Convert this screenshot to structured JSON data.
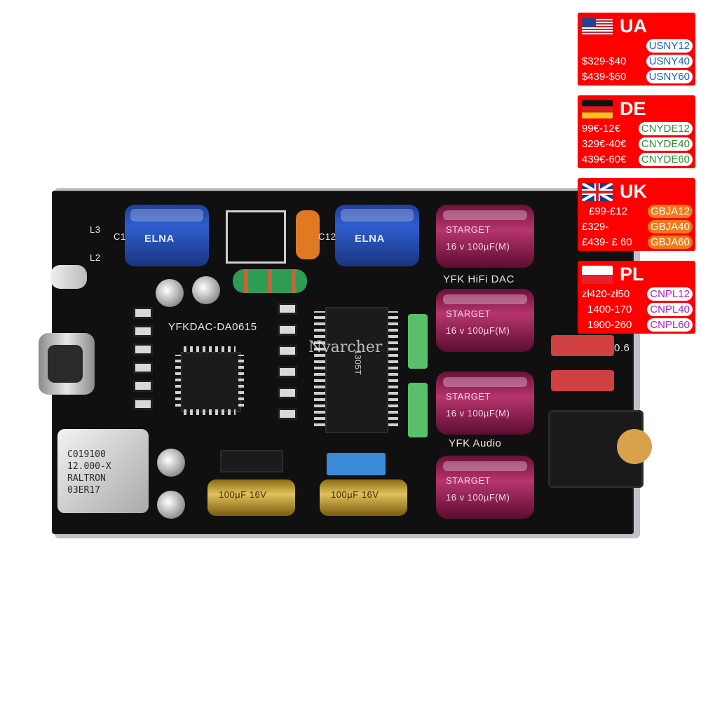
{
  "board": {
    "silk_model": "YFKDAC-DA0615",
    "silk_title": "YFK HiFi DAC",
    "silk_audio": "YFK Audio",
    "watermark": "Nvarcher",
    "crystal_lines": [
      "C019100",
      "12.000-X",
      "RALTRON",
      "03ER17"
    ],
    "cap_label_elna": "ELNA",
    "cap_label_starget": "STARGET",
    "cap_value_purple": "16 v 100µF(M)",
    "cap_value_gold": "100µF 16V",
    "chip_label": "1305T",
    "silk_marks": [
      "L3",
      "L2",
      "C1",
      "C12",
      "0.6"
    ]
  },
  "coupons": [
    {
      "country": "UA",
      "flag_icon": "us-flag-icon",
      "code_color": "#1a5fbf",
      "rows": [
        {
          "price": "",
          "code": "USNY12"
        },
        {
          "price": "$329-$40",
          "code": "USNY40"
        },
        {
          "price": "$439-$60",
          "code": "USNY60"
        }
      ]
    },
    {
      "country": "DE",
      "flag_icon": "germany-flag-icon",
      "code_color": "#2e8b2e",
      "rows": [
        {
          "price": "99€-12€",
          "code": "CNYDE12"
        },
        {
          "price": "329€-40€",
          "code": "CNYDE40"
        },
        {
          "price": "439€-60€",
          "code": "CNYDE60"
        }
      ]
    },
    {
      "country": "UK",
      "flag_icon": "uk-flag-icon",
      "code_color": "#ffffff",
      "code_bg": "#f07a1a",
      "rows": [
        {
          "price": "£99-£12",
          "code": "GBJA12"
        },
        {
          "price": "£329-",
          "code": "GBJA40"
        },
        {
          "price": "£439- £ 60",
          "code": "GBJA60"
        }
      ]
    },
    {
      "country": "PL",
      "flag_icon": "poland-flag-icon",
      "code_color": "#b01cc9",
      "rows": [
        {
          "price": "zł420-zł50",
          "code": "CNPL12"
        },
        {
          "price": "1400-170",
          "code": "CNPL40"
        },
        {
          "price": "1900-260",
          "code": "CNPL60"
        }
      ]
    }
  ]
}
